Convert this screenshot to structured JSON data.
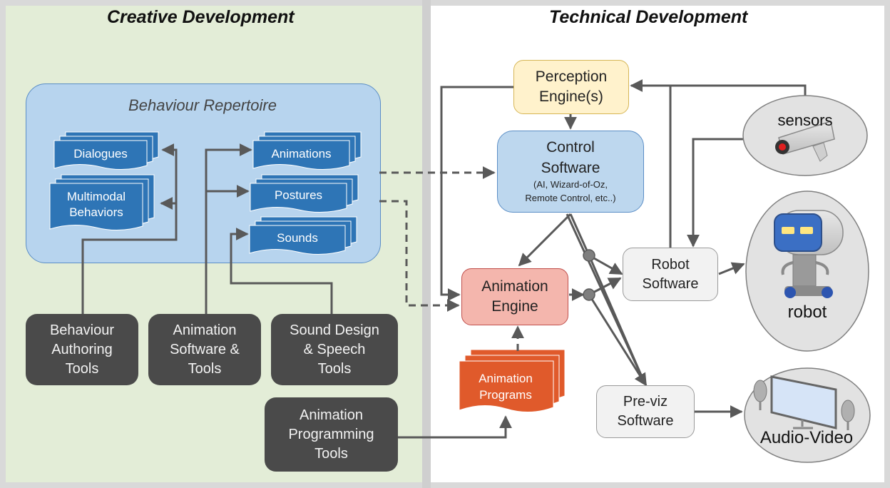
{
  "headings": {
    "creative": "Creative Development",
    "technical": "Technical Development"
  },
  "repertoire": {
    "title": "Behaviour Repertoire",
    "items": {
      "dialogues": "Dialogues",
      "multimodal_line1": "Multimodal",
      "multimodal_line2": "Behaviors",
      "animations": "Animations",
      "postures": "Postures",
      "sounds": "Sounds"
    }
  },
  "tools": {
    "behaviour_authoring": [
      "Behaviour",
      "Authoring",
      "Tools"
    ],
    "animation_software": [
      "Animation",
      "Software &",
      "Tools"
    ],
    "sound_design": [
      "Sound Design",
      "& Speech",
      "Tools"
    ],
    "animation_programming": [
      "Animation",
      "Programming",
      "Tools"
    ]
  },
  "technical": {
    "perception": [
      "Perception",
      "Engine(s)"
    ],
    "control": [
      "Control",
      "Software"
    ],
    "control_detail": [
      "(AI, Wizard-of-Oz,",
      "Remote Control, etc..)"
    ],
    "animation_engine": [
      "Animation",
      "Engine"
    ],
    "animation_programs": [
      "Animation",
      "Programs"
    ],
    "robot_software": [
      "Robot",
      "Software"
    ],
    "previz_software": [
      "Pre-viz",
      "Software"
    ],
    "sensors": "sensors",
    "robot": "robot",
    "audio_video": "Audio-Video"
  },
  "colors": {
    "creative_bg": "#e3edd7",
    "repertoire_fill": "#b7d4ee",
    "doc_blue": "#2e75b6",
    "tool_dark": "#4a4a4a",
    "perception_fill": "#fff2cc",
    "control_fill": "#bdd7ee",
    "engine_fill": "#f4b6ad",
    "programs_fill": "#e05a2b",
    "arrow": "#595959"
  }
}
